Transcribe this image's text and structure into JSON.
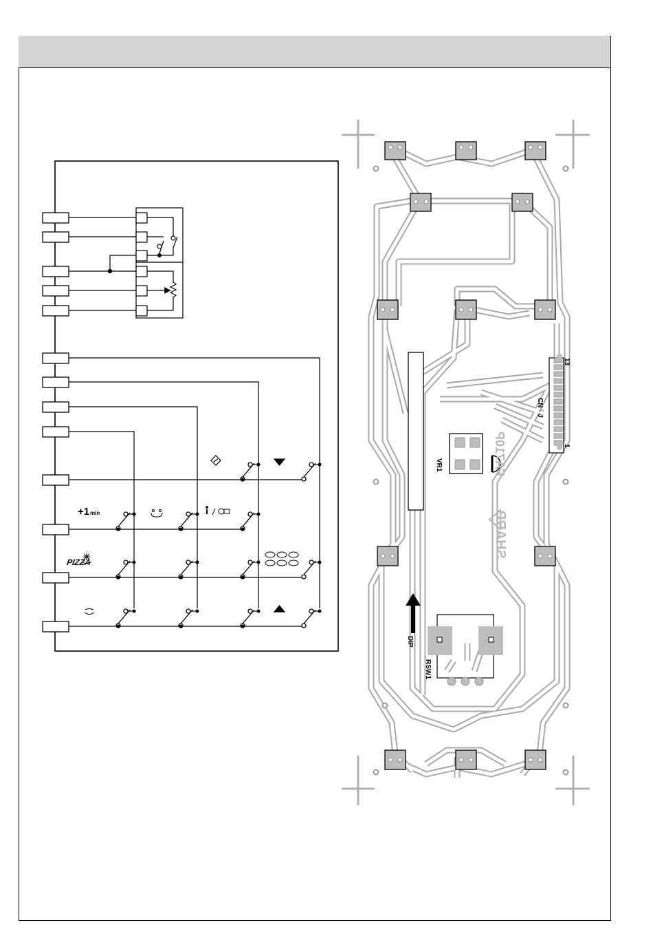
{
  "schematic": {
    "plus_one_min": {
      "main": "+1",
      "sub": "min"
    },
    "pizza": "PIZZA"
  },
  "pcb": {
    "connector_label": "CN - J",
    "connector_pin_last": "13",
    "connector_pin_first": "1",
    "vr_label": "VR1",
    "rsw_label": "RSW1",
    "dip_label": "DIP",
    "board_code": "FA710P",
    "brand": "SHARP"
  },
  "colors": {
    "header_band": "#d4d4d4",
    "trace_outline": "#a8a8a8",
    "pad_fill": "#bdbdbd",
    "ink": "#000000"
  }
}
